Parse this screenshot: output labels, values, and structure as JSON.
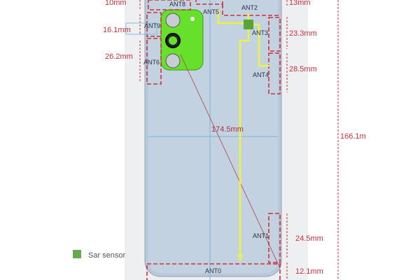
{
  "antennas": [
    "ANT8",
    "ANT5",
    "ANT2",
    "ANT9",
    "ANT3",
    "ANT6",
    "ANT4",
    "ANT1",
    "ANT0"
  ],
  "dimensions": {
    "top_left": "10mm",
    "top_right": "13mm",
    "ant9": "16.1mm",
    "ant3": "23.3mm",
    "ant6": "26.2mm",
    "ant4": "28.5mm",
    "diagonal": "174.5mm",
    "height": "166.1m",
    "ant1": "24.5mm",
    "ant0": "12.1mm"
  },
  "legend": {
    "label": "Sar sensor",
    "color": "#6aa84f"
  },
  "colors": {
    "dashed": "#d0303a",
    "path": "#f0f040",
    "camera": "#66e02a",
    "body": "#b9c9d9"
  }
}
